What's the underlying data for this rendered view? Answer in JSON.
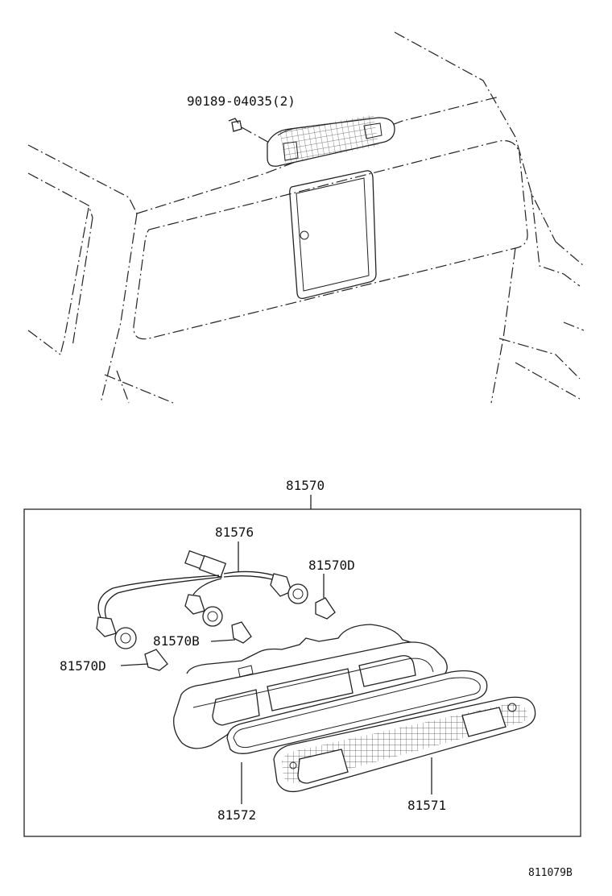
{
  "labels": {
    "bolt": "90189-04035(2)",
    "assembly": "81570",
    "wire_harness": "81576",
    "bulb_d_right": "81570D",
    "bulb_b": "81570B",
    "bulb_d_left": "81570D",
    "gasket": "81572",
    "lens": "81571"
  },
  "figure_code": "811079B"
}
